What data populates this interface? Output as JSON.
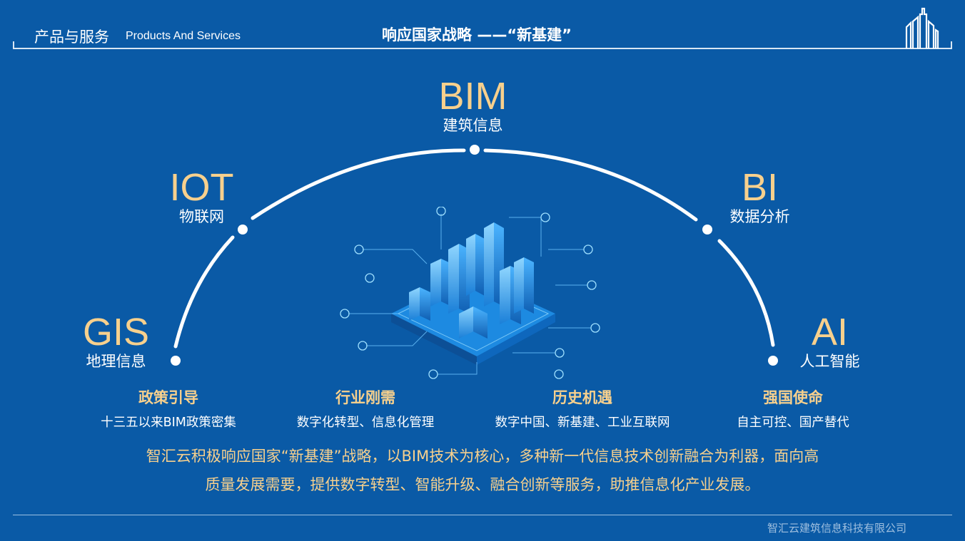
{
  "header": {
    "section_cn": "产品与服务",
    "section_en": "Products And Services",
    "title": "响应国家战略 ——“新基建”"
  },
  "technologies": [
    {
      "abbr": "GIS",
      "label": "地理信息"
    },
    {
      "abbr": "IOT",
      "label": "物联网"
    },
    {
      "abbr": "BIM",
      "label": "建筑信息"
    },
    {
      "abbr": "BI",
      "label": "数据分析"
    },
    {
      "abbr": "AI",
      "label": "人工智能"
    }
  ],
  "pillars": [
    {
      "title": "政策引导",
      "text": "十三五以来BIM政策密集"
    },
    {
      "title": "行业刚需",
      "text": "数字化转型、信息化管理"
    },
    {
      "title": "历史机遇",
      "text": "数字中国、新基建、工业互联网"
    },
    {
      "title": "强国使命",
      "text": "自主可控、国产替代"
    }
  ],
  "summary": {
    "line1": "智汇云积极响应国家“新基建”战略，以BIM技术为核心，多种新一代信息技术创新融合为利器，面向高",
    "line2": "质量发展需要，提供数字转型、智能升级、融合创新等服务，助推信息化产业发展。"
  },
  "footer": {
    "company": "智汇云建筑信息科技有限公司"
  },
  "colors": {
    "background": "#0a5aa6",
    "accent": "#f7d08d",
    "text": "#ffffff"
  }
}
